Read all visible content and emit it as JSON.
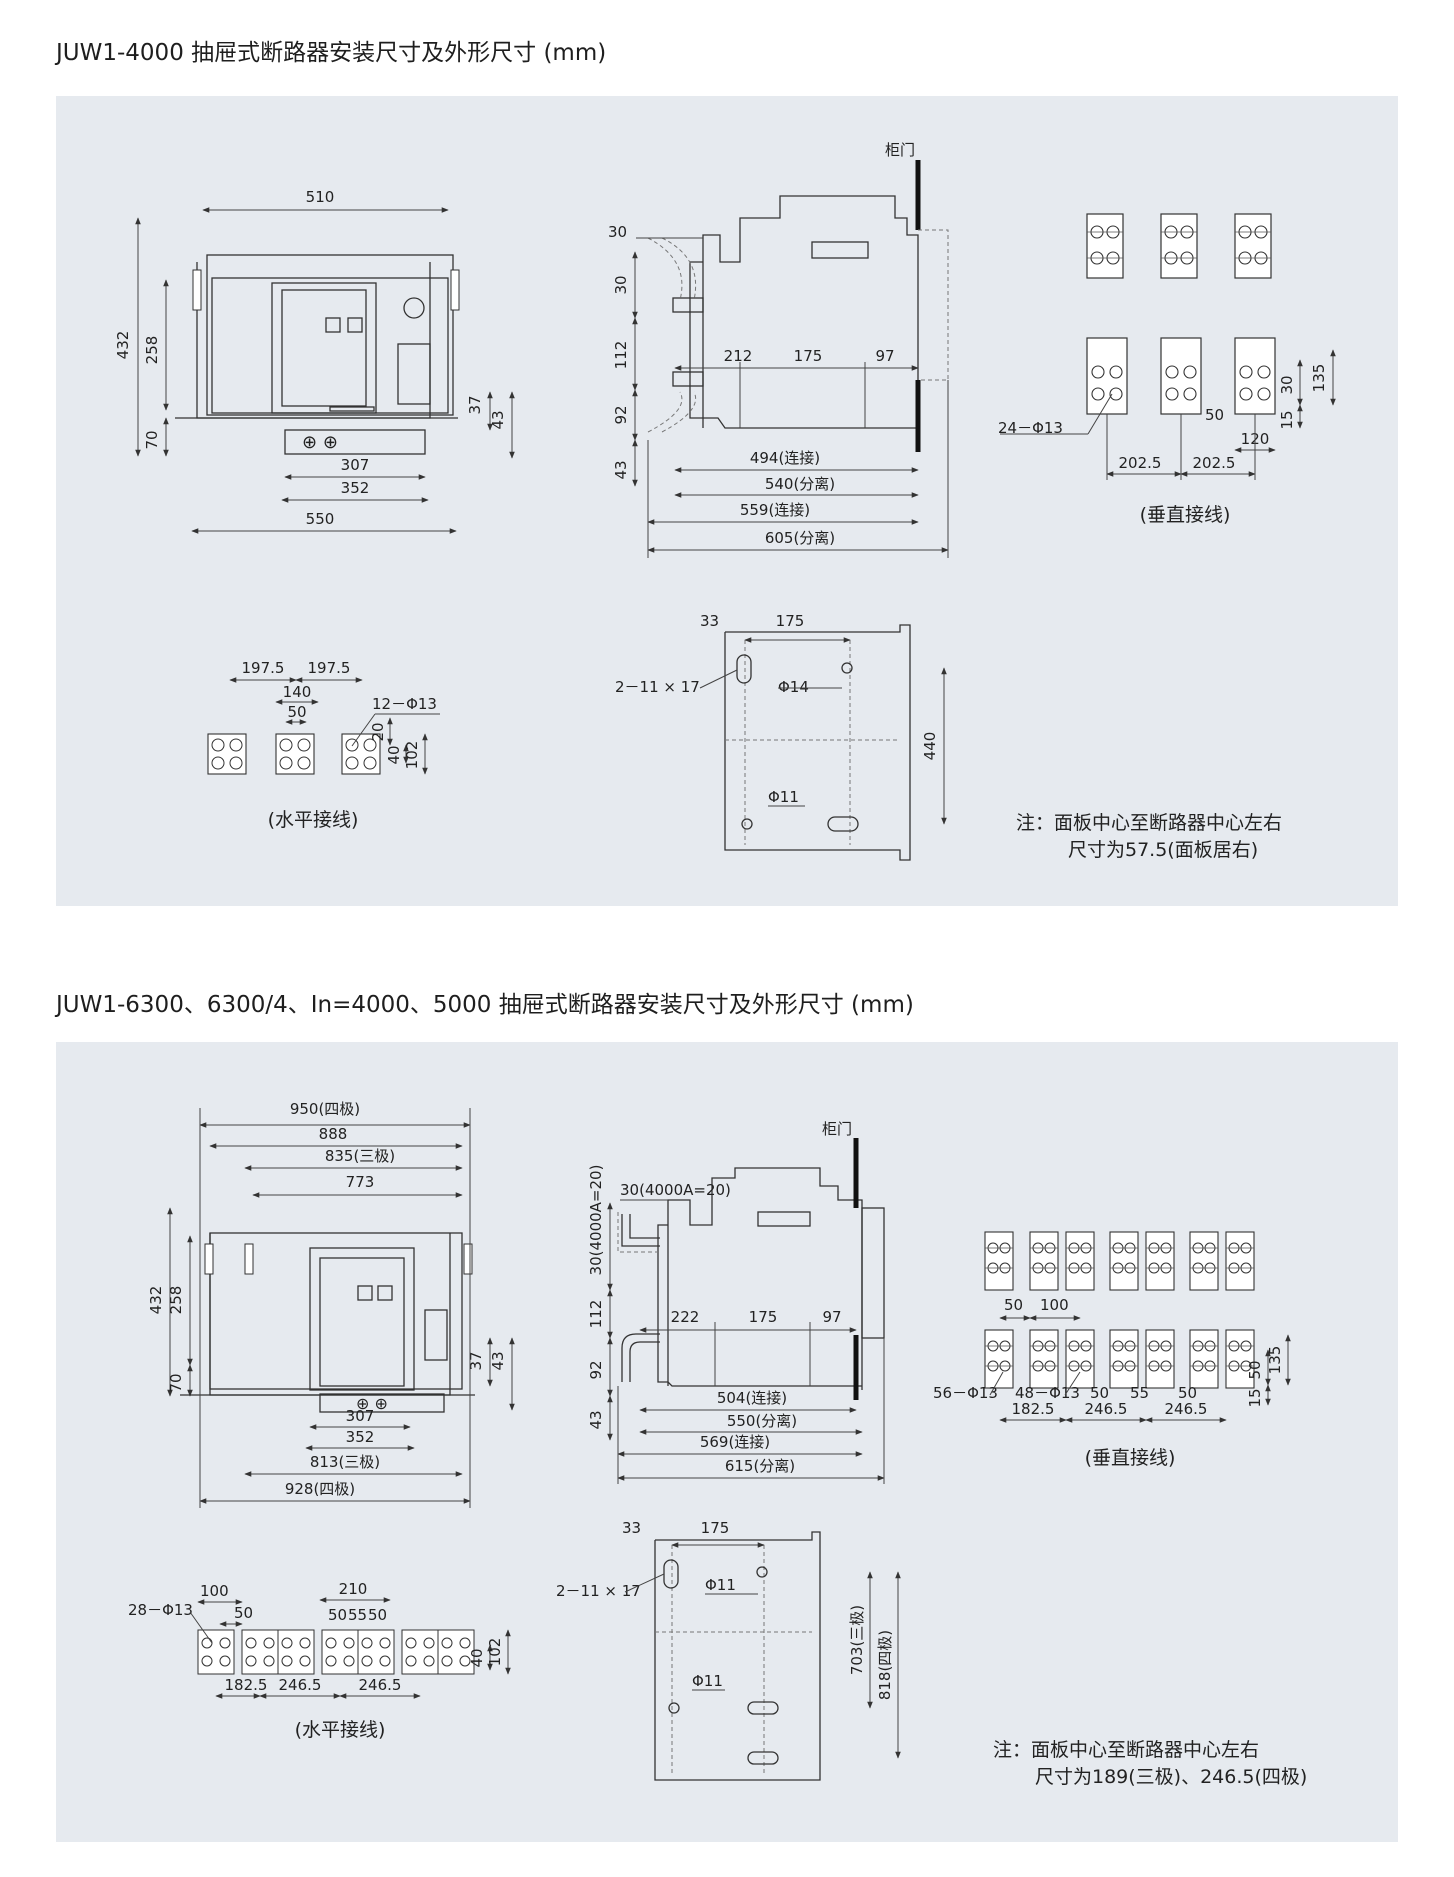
{
  "section1": {
    "title": "JUW1-4000 抽屉式断路器安装尺寸及外形尺寸 (mm)",
    "front": {
      "w510": "510",
      "h432": "432",
      "h258": "258",
      "h70": "70",
      "h37": "37",
      "h43": "43",
      "w307": "307",
      "w352": "352",
      "w550": "550"
    },
    "side": {
      "door": "柜门",
      "d30a": "30",
      "d30b": "30",
      "d112": "112",
      "d92": "92",
      "d43": "43",
      "d212": "212",
      "d175": "175",
      "d97": "97",
      "d494": "494(连接)",
      "d540": "540(分离)",
      "d559": "559(连接)",
      "d605": "605(分离)"
    },
    "vertical": {
      "holes": "24－Φ13",
      "d50": "50",
      "d120": "120",
      "d30": "30",
      "d135": "135",
      "d15": "15",
      "d2025a": "202.5",
      "d2025b": "202.5",
      "caption": "(垂直接线)"
    },
    "horizontal": {
      "d1975a": "197.5",
      "d1975b": "197.5",
      "d140": "140",
      "d50": "50",
      "holes": "12－Φ13",
      "d20": "20",
      "d40": "40",
      "d102": "102",
      "caption": "(水平接线)"
    },
    "mounting": {
      "d33": "33",
      "d175": "175",
      "slot": "2－11 × 17",
      "phi14": "Φ14",
      "phi11": "Φ11",
      "d440": "440"
    },
    "note": {
      "line1": "注：面板中心至断路器中心左右",
      "line2": "尺寸为57.5(面板居右)"
    }
  },
  "section2": {
    "title": "JUW1-6300、6300/4、In=4000、5000 抽屉式断路器安装尺寸及外形尺寸 (mm)",
    "front": {
      "w950": "950(四极)",
      "w888": "888",
      "w835": "835(三极)",
      "w773": "773",
      "h432": "432",
      "h258": "258",
      "h70": "70",
      "h37": "37",
      "h43": "43",
      "w307": "307",
      "w352": "352",
      "w813": "813(三极)",
      "w928": "928(四极)"
    },
    "side": {
      "door": "柜门",
      "d30v": "30(4000A=20)",
      "d30h": "30(4000A=20)",
      "d112": "112",
      "d92": "92",
      "d43": "43",
      "d222": "222",
      "d175": "175",
      "d97": "97",
      "d504": "504(连接)",
      "d550": "550(分离)",
      "d569": "569(连接)",
      "d615": "615(分离)"
    },
    "vertical": {
      "d50a": "50",
      "d100": "100",
      "holes56": "56－Φ13",
      "holes48": "48－Φ13",
      "d50b": "50",
      "d55": "55",
      "d50c": "50",
      "d50v": "50",
      "d135": "135",
      "d15": "15",
      "d1825": "182.5",
      "d2465a": "246.5",
      "d2465b": "246.5",
      "caption": "(垂直接线)"
    },
    "horizontal": {
      "holes": "28－Φ13",
      "d100": "100",
      "d50": "50",
      "d210": "210",
      "d50a": "50",
      "d55": "55",
      "d50b": "50",
      "d40": "40",
      "d102": "102",
      "d1825": "182.5",
      "d2465a": "246.5",
      "d2465b": "246.5",
      "caption": "(水平接线)"
    },
    "mounting": {
      "d33": "33",
      "d175": "175",
      "slot": "2－11 × 17",
      "phi11a": "Φ11",
      "phi11b": "Φ11",
      "d703": "703(三极)",
      "d818": "818(四极)"
    },
    "note": {
      "line1": "注：面板中心至断路器中心左右",
      "line2": "尺寸为189(三极)、246.5(四极)"
    }
  }
}
